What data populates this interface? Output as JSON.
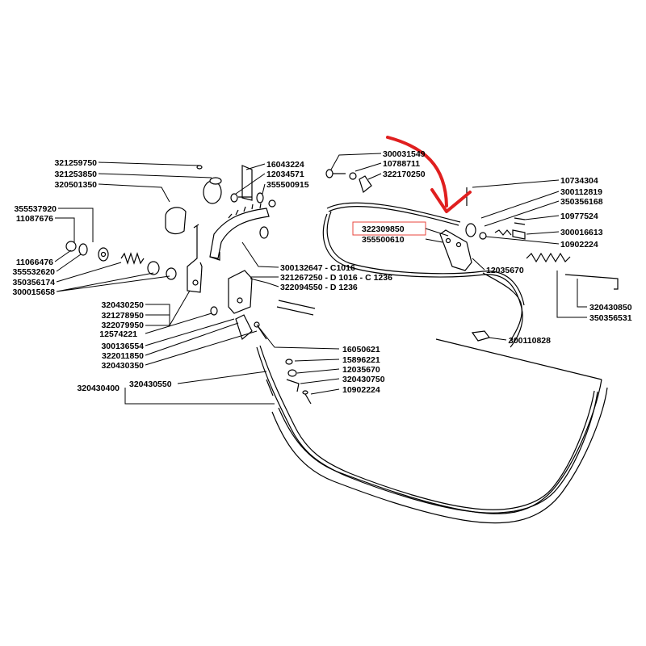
{
  "labels": {
    "l321259750": "321259750",
    "l321253850": "321253850",
    "l320501350": "320501350",
    "l355537920": "355537920",
    "l11087676": "11087676",
    "l11066476": "11066476",
    "l355532620": "355532620",
    "l350356174": "350356174",
    "l300015658": "300015658",
    "l16043224": "16043224",
    "l12034571": "12034571",
    "l355500915": "355500915",
    "l300132647": "300132647 - C1016",
    "l321267250": "321267250 - D 1016 - C 1236",
    "l322094550": "322094550 - D 1236",
    "l320430250": "320430250",
    "l321278950": "321278950",
    "l322079950": "322079950",
    "l12574221": "12574221",
    "l300136554": "300136554",
    "l322011850": "322011850",
    "l320430350": "320430350",
    "l320430400": "320430400",
    "l320430550": "320430550",
    "l16050621": "16050621",
    "l15896221": "15896221",
    "l12035670b": "12035670",
    "l320430750": "320430750",
    "l10902224b": "10902224",
    "l300031549": "300031549",
    "l10788711": "10788711",
    "l322170250": "322170250",
    "l322309850": "322309850",
    "l355500610": "355500610",
    "l10734304": "10734304",
    "l300112819": "300112819",
    "l350356168": "350356168",
    "l10977524": "10977524",
    "l300016613": "300016613",
    "l10902224a": "10902224",
    "l12035670a": "12035670",
    "l320430850": "320430850",
    "l350356531": "350356531",
    "l300110828": "300110828"
  },
  "highlight": {
    "part_number": "322309850",
    "box_color": "#e8453c",
    "arrow_color": "#e01f1f"
  }
}
